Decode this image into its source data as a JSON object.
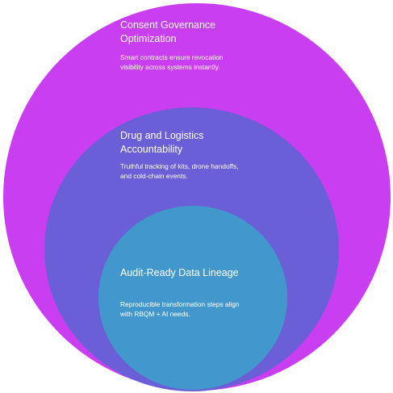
{
  "colors": {
    "outer": "#c93ef0",
    "middle": "#6a5fd6",
    "inner": "#4298cc",
    "text": "#ffffff"
  },
  "rings": [
    {
      "title": [
        "Consent Governance",
        "Optimization"
      ],
      "description": [
        "Smart contracts ensure revocation",
        "visibility across systems instantly."
      ]
    },
    {
      "title": [
        "Drug and Logistics",
        "Accountability"
      ],
      "description": [
        "Truthful tracking of kits, drone handoffs,",
        "and cold-chain events."
      ]
    },
    {
      "title": [
        "Audit-Ready Data Lineage"
      ],
      "description": [
        "Reproducible transformation steps align",
        "with RBQM + AI needs."
      ]
    }
  ]
}
